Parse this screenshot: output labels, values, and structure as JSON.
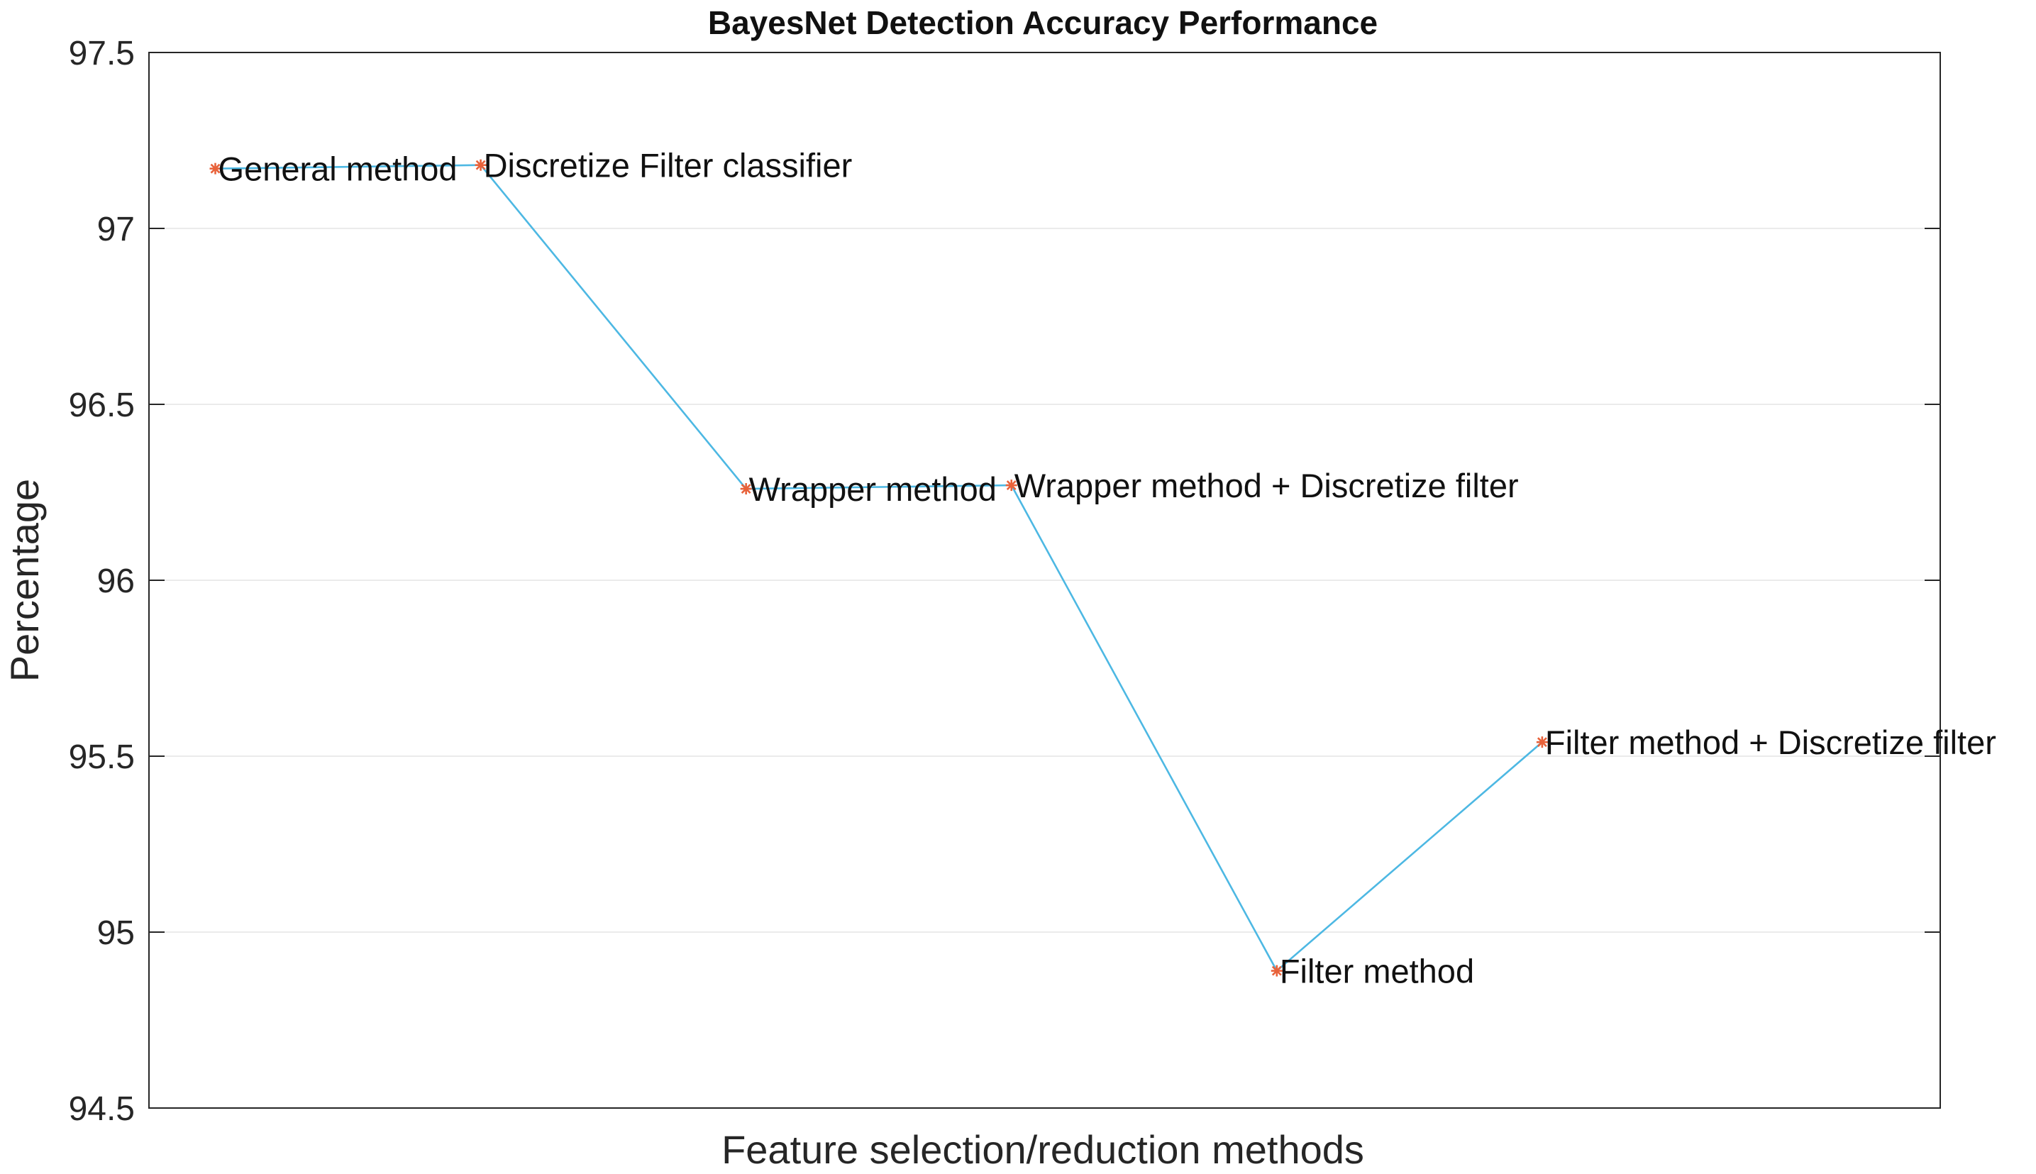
{
  "chart_data": {
    "type": "line",
    "title": "BayesNet Detection Accuracy Performance",
    "xlabel": "Feature selection/reduction methods",
    "ylabel": "Percentage",
    "ylim": [
      94.5,
      97.5
    ],
    "yticks": [
      "94.5",
      "95",
      "95.5",
      "96",
      "96.5",
      "97",
      "97.5"
    ],
    "x": [
      1,
      2,
      3,
      4,
      5,
      6
    ],
    "values": [
      97.17,
      97.18,
      96.26,
      96.27,
      94.89,
      95.54
    ],
    "point_labels": [
      "General method",
      "Discretize Filter classifier",
      "Wrapper method",
      "Wrapper method + Discretize filter",
      "Filter method",
      "Filter method + Discretize filter"
    ],
    "grid": true,
    "colors": {
      "line": "#4db8e3",
      "marker": "#e8623a"
    }
  }
}
